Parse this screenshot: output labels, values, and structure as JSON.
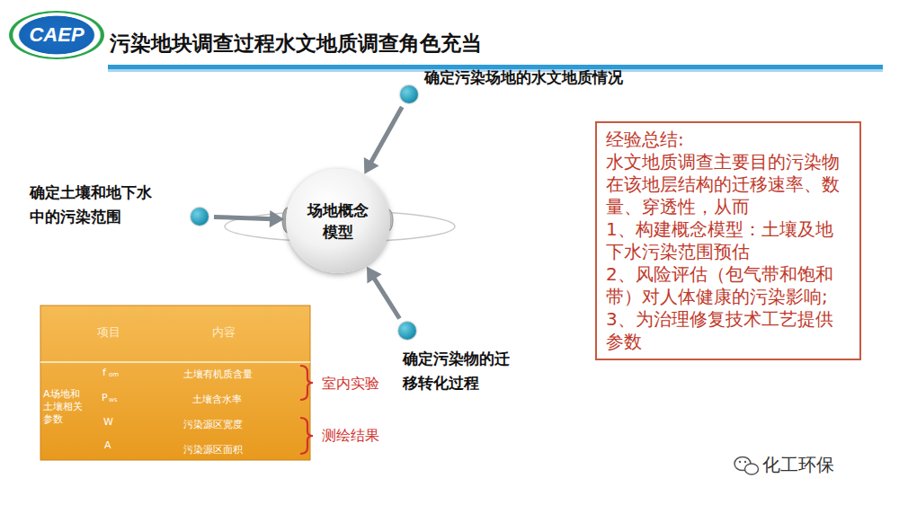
{
  "diagram": {
    "title": "污染地块调查过程水文地质调查角色充当",
    "nodes": [
      {
        "text": [
          "CAEP"
        ]
      },
      {
        "text": [
          "确定污染场地的水文地质情况"
        ]
      },
      {
        "text": [
          "确定土壤和地下水中的污染范围"
        ]
      },
      {
        "text": [
          "场地概念模型"
        ]
      },
      {
        "text": [
          "确定污染物的迁移转化过程"
        ]
      },
      {
        "text": [
          "经验总结:",
          "水文地质调查主要目的污染物在该地层结构的迁移速率、数量、穿透性，从而",
          "1、构建概念模型：土壤及地下水污染范围预估",
          "2、风险评估（包气带和饱和带）对人体健康的污染影响;",
          "3、为治理修复技术工艺提供参数"
        ]
      }
    ],
    "edges": [
      {
        "from": 1,
        "to": 3,
        "arrow": "to"
      },
      {
        "from": 2,
        "to": 3,
        "arrow": "to"
      },
      {
        "from": 4,
        "to": 3,
        "arrow": "to"
      }
    ],
    "labels": [
      "项目",
      "内容",
      "A场地和土壤相关参数",
      "f",
      "om",
      "土壤有机质含量",
      "P",
      "ws",
      "土壤含水率",
      "W",
      "污染源区宽度",
      "A",
      "污染源区面积",
      "室内实验",
      "测绘结果",
      "化工环保"
    ]
  }
}
